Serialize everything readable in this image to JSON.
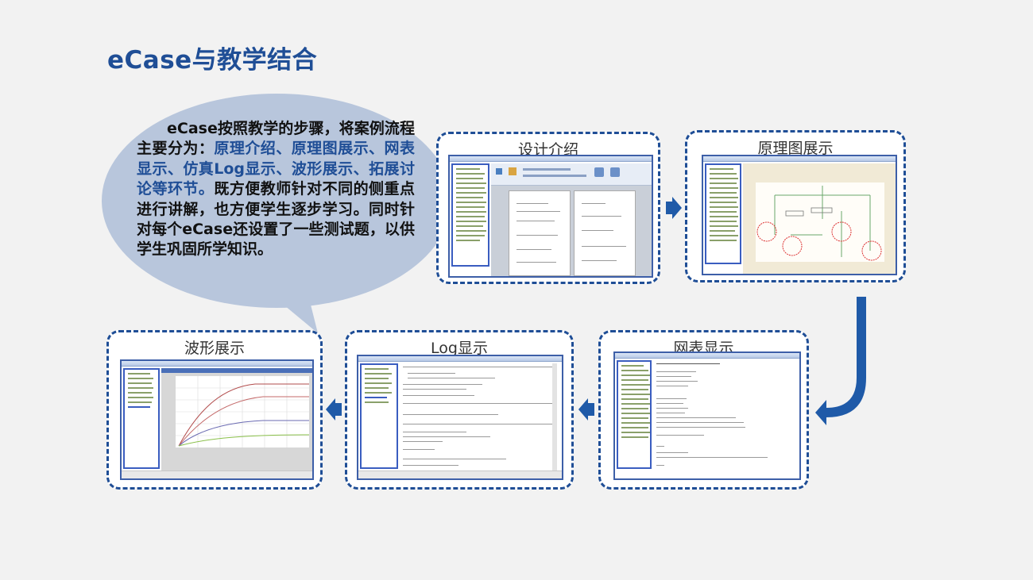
{
  "slide": {
    "title": "eCase与教学结合"
  },
  "bubble": {
    "text_part1": "eCase按照教学的步骤，将案例流程主要分为：",
    "text_highlight": "原理介绍、原理图展示、网表显示、仿真Log显示、波形展示、拓展讨论等环节。",
    "text_part2": "既方便教师针对不同的侧重点进行讲解，也方便学生逐步学习。同时针对每个eCase还设置了一些测试题，以供学生巩固所学知识。"
  },
  "panels": {
    "design": {
      "label": "设计介绍"
    },
    "schematic": {
      "label": "原理图展示"
    },
    "netlist": {
      "label": "网表显示"
    },
    "log": {
      "label": "Log显示"
    },
    "waveform": {
      "label": "波形展示"
    }
  },
  "colors": {
    "accent": "#1f4e96",
    "bubble": "#b8c6dc",
    "background": "#f2f2f2"
  }
}
